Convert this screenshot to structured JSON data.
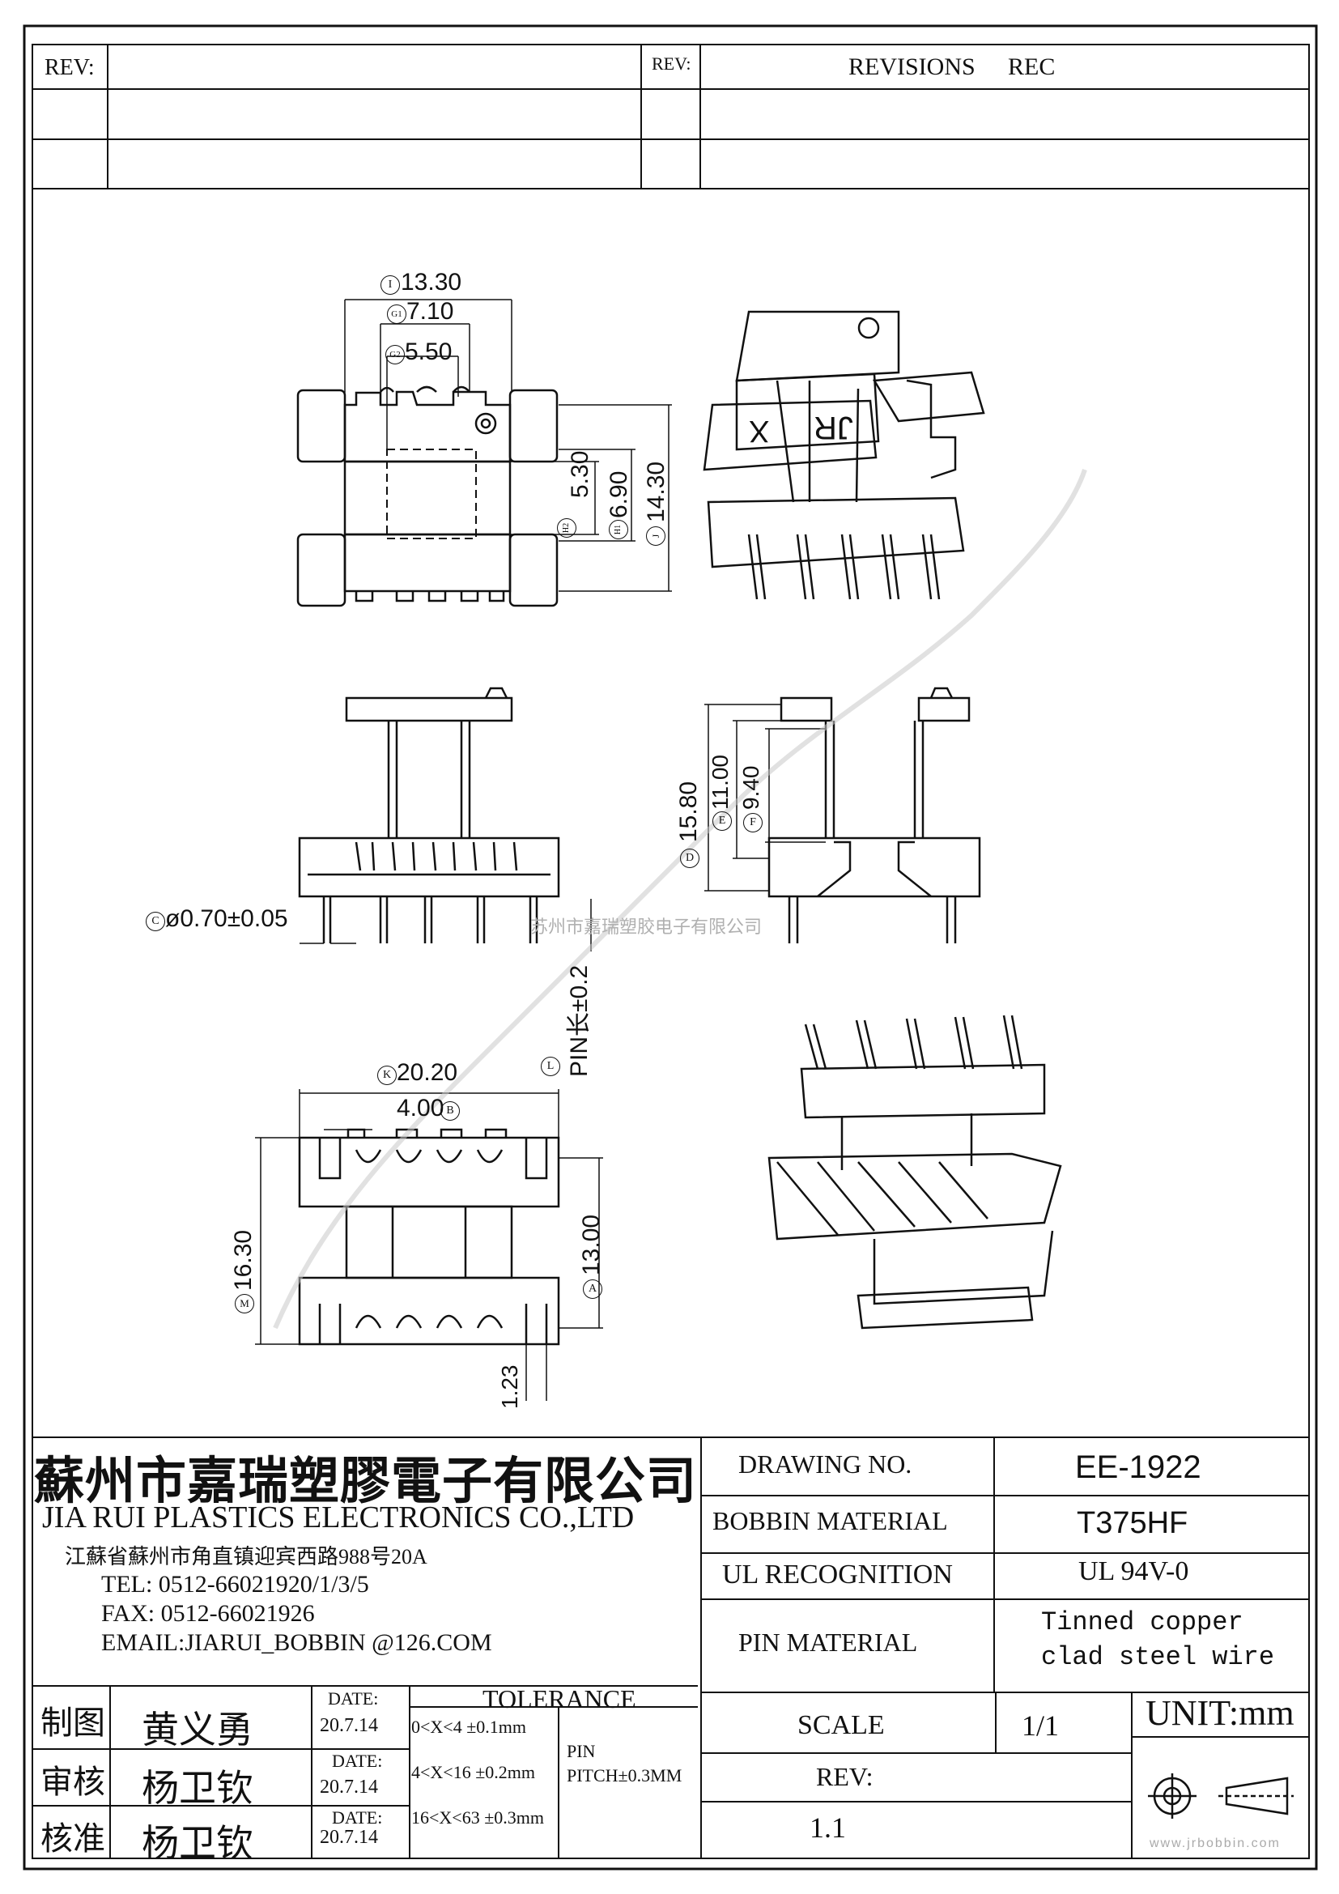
{
  "revision_block": {
    "rev_label_left": "REV:",
    "rev_label_mid": "REV:",
    "revisions_label": "REVISIONS",
    "rec_label": "REC"
  },
  "dimensions": {
    "top": {
      "i": "13.30",
      "g1": "7.10",
      "g2": "5.50",
      "h2": "5.30",
      "h1": "6.90",
      "j": "14.30",
      "i_badge": "I",
      "g1_badge": "G1",
      "g2_badge": "G2",
      "h2_badge": "H2",
      "h1_badge": "H1",
      "j_badge": "J"
    },
    "front": {
      "c": "ø0.70±0.05",
      "c_badge": "C"
    },
    "side": {
      "d": "15.80",
      "e": "11.00",
      "f": "9.40",
      "d_badge": "D",
      "e_badge": "E",
      "f_badge": "F"
    },
    "pin_length": {
      "text": "PIN长±0.2",
      "badge": "L"
    },
    "bottom": {
      "k": "20.20",
      "b": "4.00",
      "m": "16.30",
      "a": "13.00",
      "pad": "1.23",
      "k_badge": "K",
      "b_badge": "B",
      "m_badge": "M",
      "a_badge": "A"
    },
    "part_marking": {
      "mark1": "JR",
      "mark2": "X"
    }
  },
  "watermark": {
    "center": "苏州市嘉瑞塑胶电子有限公司"
  },
  "company": {
    "name_cn": "蘇州市嘉瑞塑膠電子有限公司",
    "name_en": "JIA RUI PLASTICS ELECTRONICS CO.,LTD",
    "address": "江蘇省蘇州市角直镇迎宾西路988号20A",
    "tel": "TEL:  0512-66021920/1/3/5",
    "fax": "FAX:  0512-66021926",
    "email": "EMAIL:JIARUI_BOBBIN @126.COM"
  },
  "title_block": {
    "drawing_no_label": "DRAWING  NO.",
    "drawing_no": "EE-1922",
    "bobbin_material_label": "BOBBIN  MATERIAL",
    "bobbin_material": "T375HF",
    "ul_label": "UL RECOGNITION",
    "ul_value": "UL 94V-0",
    "pin_material_label": "PIN MATERIAL",
    "pin_material_line1": "Tinned copper",
    "pin_material_line2": "clad steel wire",
    "scale_label": "SCALE",
    "scale_value": "1/1",
    "unit": "UNIT:mm",
    "rev_label": "REV:",
    "rev_value": "1.1"
  },
  "approval": {
    "rows": [
      {
        "role": "制图",
        "name": "黄义勇",
        "date_label": "DATE:",
        "date": "20.7.14"
      },
      {
        "role": "审核",
        "name": "杨卫钦",
        "date_label": "DATE:",
        "date": "20.7.14"
      },
      {
        "role": "核准",
        "name": "杨卫钦",
        "date_label": "DATE:",
        "date": "20.7.14"
      }
    ]
  },
  "tolerance": {
    "title": "TOLERANCE",
    "rows": [
      "0<X<4  ±0.1mm",
      "4<X<16 ±0.2mm",
      "16<X<63 ±0.3mm"
    ],
    "pin_label": "PIN",
    "pin_pitch": "PITCH±0.3MM"
  },
  "footer_watermark": "www.jrbobbin.com"
}
